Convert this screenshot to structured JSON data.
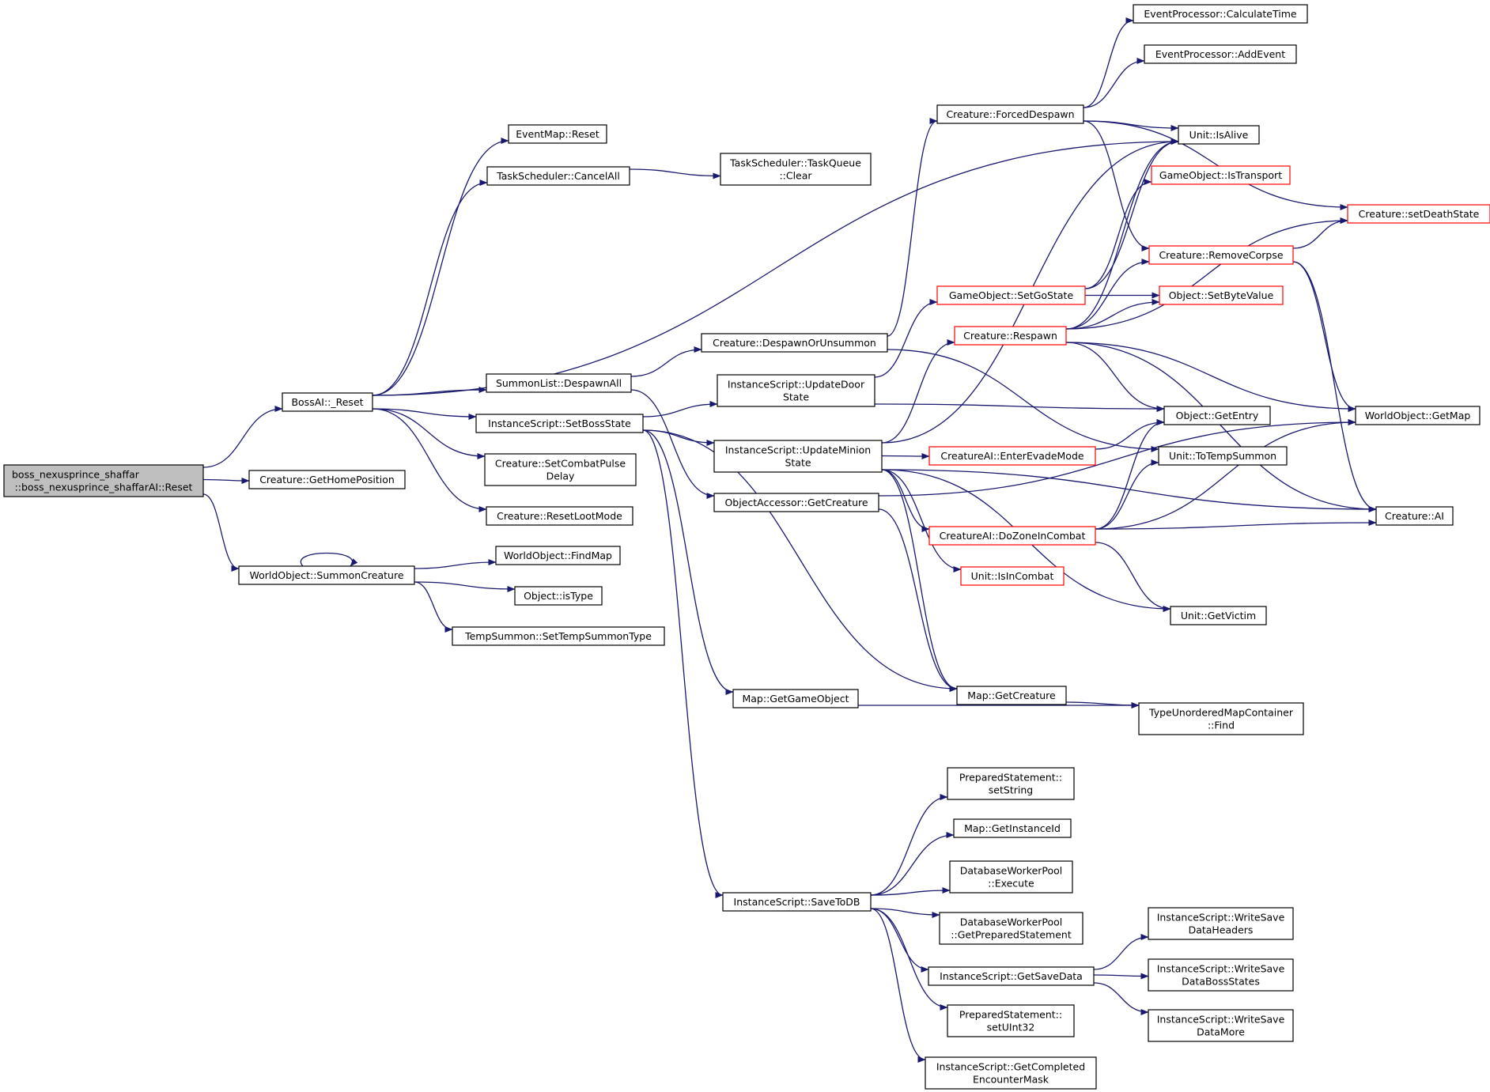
{
  "colors": {
    "edge": "#191970",
    "node_border": "#000000",
    "truncated_border": "#ff0000",
    "root_fill": "#bfbfbf"
  },
  "nodes": [
    {
      "id": "root",
      "lines": [
        "boss_nexusprince_shaffar",
        "::boss_nexusprince_shaffarAI::Reset"
      ],
      "style": "root"
    },
    {
      "id": "bossai_reset",
      "lines": [
        "BossAI::_Reset"
      ]
    },
    {
      "id": "get_home_position",
      "lines": [
        "Creature::GetHomePosition"
      ]
    },
    {
      "id": "summon_creature",
      "lines": [
        "WorldObject::SummonCreature"
      ]
    },
    {
      "id": "eventmap_reset",
      "lines": [
        "EventMap::Reset"
      ]
    },
    {
      "id": "cancel_all",
      "lines": [
        "TaskScheduler::CancelAll"
      ]
    },
    {
      "id": "taskqueue_clear",
      "lines": [
        "TaskScheduler::TaskQueue",
        "::Clear"
      ]
    },
    {
      "id": "despawn_all",
      "lines": [
        "SummonList::DespawnAll"
      ]
    },
    {
      "id": "set_boss_state",
      "lines": [
        "InstanceScript::SetBossState"
      ]
    },
    {
      "id": "set_combat_pulse",
      "lines": [
        "Creature::SetCombatPulse",
        "Delay"
      ]
    },
    {
      "id": "reset_loot_mode",
      "lines": [
        "Creature::ResetLootMode"
      ]
    },
    {
      "id": "find_map",
      "lines": [
        "WorldObject::FindMap"
      ]
    },
    {
      "id": "is_type",
      "lines": [
        "Object::isType"
      ]
    },
    {
      "id": "set_temp_summon_type",
      "lines": [
        "TempSummon::SetTempSummonType"
      ]
    },
    {
      "id": "despawn_or_unsummon",
      "lines": [
        "Creature::DespawnOrUnsummon"
      ]
    },
    {
      "id": "update_door_state",
      "lines": [
        "InstanceScript::UpdateDoor",
        "State"
      ]
    },
    {
      "id": "update_minion_state",
      "lines": [
        "InstanceScript::UpdateMinion",
        "State"
      ]
    },
    {
      "id": "oa_get_creature",
      "lines": [
        "ObjectAccessor::GetCreature"
      ]
    },
    {
      "id": "get_game_object",
      "lines": [
        "Map::GetGameObject"
      ]
    },
    {
      "id": "save_to_db",
      "lines": [
        "InstanceScript::SaveToDB"
      ]
    },
    {
      "id": "forced_despawn",
      "lines": [
        "Creature::ForcedDespawn"
      ]
    },
    {
      "id": "calculate_time",
      "lines": [
        "EventProcessor::CalculateTime"
      ]
    },
    {
      "id": "add_event",
      "lines": [
        "EventProcessor::AddEvent"
      ]
    },
    {
      "id": "is_alive",
      "lines": [
        "Unit::IsAlive"
      ]
    },
    {
      "id": "is_transport",
      "lines": [
        "GameObject::IsTransport"
      ],
      "style": "red"
    },
    {
      "id": "set_death_state",
      "lines": [
        "Creature::setDeathState"
      ],
      "style": "red"
    },
    {
      "id": "remove_corpse",
      "lines": [
        "Creature::RemoveCorpse"
      ],
      "style": "red"
    },
    {
      "id": "set_go_state",
      "lines": [
        "GameObject::SetGoState"
      ],
      "style": "red"
    },
    {
      "id": "set_byte_value",
      "lines": [
        "Object::SetByteValue"
      ],
      "style": "red"
    },
    {
      "id": "respawn",
      "lines": [
        "Creature::Respawn"
      ],
      "style": "red"
    },
    {
      "id": "get_entry",
      "lines": [
        "Object::GetEntry"
      ]
    },
    {
      "id": "get_map",
      "lines": [
        "WorldObject::GetMap"
      ]
    },
    {
      "id": "enter_evade_mode",
      "lines": [
        "CreatureAI::EnterEvadeMode"
      ],
      "style": "red"
    },
    {
      "id": "to_temp_summon",
      "lines": [
        "Unit::ToTempSummon"
      ]
    },
    {
      "id": "creature_ai",
      "lines": [
        "Creature::AI"
      ]
    },
    {
      "id": "do_zone_in_combat",
      "lines": [
        "CreatureAI::DoZoneInCombat"
      ],
      "style": "red"
    },
    {
      "id": "is_in_combat",
      "lines": [
        "Unit::IsInCombat"
      ],
      "style": "red"
    },
    {
      "id": "get_victim",
      "lines": [
        "Unit::GetVictim"
      ]
    },
    {
      "id": "map_get_creature",
      "lines": [
        "Map::GetCreature"
      ]
    },
    {
      "id": "tumc_find",
      "lines": [
        "TypeUnorderedMapContainer",
        "::Find"
      ]
    },
    {
      "id": "set_string",
      "lines": [
        "PreparedStatement::",
        "setString"
      ]
    },
    {
      "id": "get_instance_id",
      "lines": [
        "Map::GetInstanceId"
      ]
    },
    {
      "id": "dwp_execute",
      "lines": [
        "DatabaseWorkerPool",
        "::Execute"
      ]
    },
    {
      "id": "dwp_get_prepared",
      "lines": [
        "DatabaseWorkerPool",
        "::GetPreparedStatement"
      ]
    },
    {
      "id": "get_save_data",
      "lines": [
        "InstanceScript::GetSaveData"
      ]
    },
    {
      "id": "set_uint32",
      "lines": [
        "PreparedStatement::",
        "setUInt32"
      ]
    },
    {
      "id": "get_completed_mask",
      "lines": [
        "InstanceScript::GetCompleted",
        "EncounterMask"
      ]
    },
    {
      "id": "write_save_headers",
      "lines": [
        "InstanceScript::WriteSave",
        "DataHeaders"
      ]
    },
    {
      "id": "write_save_boss_states",
      "lines": [
        "InstanceScript::WriteSave",
        "DataBossStates"
      ]
    },
    {
      "id": "write_save_more",
      "lines": [
        "InstanceScript::WriteSave",
        "DataMore"
      ]
    }
  ],
  "edges": [
    [
      "root",
      "bossai_reset"
    ],
    [
      "root",
      "get_home_position"
    ],
    [
      "root",
      "summon_creature"
    ],
    [
      "bossai_reset",
      "eventmap_reset"
    ],
    [
      "bossai_reset",
      "cancel_all"
    ],
    [
      "bossai_reset",
      "is_alive"
    ],
    [
      "bossai_reset",
      "despawn_all"
    ],
    [
      "bossai_reset",
      "set_boss_state"
    ],
    [
      "bossai_reset",
      "set_combat_pulse"
    ],
    [
      "bossai_reset",
      "reset_loot_mode"
    ],
    [
      "cancel_all",
      "taskqueue_clear"
    ],
    [
      "summon_creature",
      "summon_creature"
    ],
    [
      "summon_creature",
      "find_map"
    ],
    [
      "summon_creature",
      "is_type"
    ],
    [
      "summon_creature",
      "set_temp_summon_type"
    ],
    [
      "despawn_all",
      "despawn_or_unsummon"
    ],
    [
      "despawn_all",
      "oa_get_creature"
    ],
    [
      "despawn_or_unsummon",
      "forced_despawn"
    ],
    [
      "despawn_or_unsummon",
      "to_temp_summon"
    ],
    [
      "set_boss_state",
      "update_door_state"
    ],
    [
      "set_boss_state",
      "update_minion_state"
    ],
    [
      "set_boss_state",
      "get_game_object"
    ],
    [
      "set_boss_state",
      "map_get_creature"
    ],
    [
      "set_boss_state",
      "save_to_db"
    ],
    [
      "update_door_state",
      "set_go_state"
    ],
    [
      "update_door_state",
      "get_entry"
    ],
    [
      "update_minion_state",
      "respawn"
    ],
    [
      "update_minion_state",
      "is_alive"
    ],
    [
      "update_minion_state",
      "enter_evade_mode"
    ],
    [
      "update_minion_state",
      "do_zone_in_combat"
    ],
    [
      "update_minion_state",
      "is_in_combat"
    ],
    [
      "update_minion_state",
      "get_victim"
    ],
    [
      "update_minion_state",
      "creature_ai"
    ],
    [
      "update_minion_state",
      "map_get_creature"
    ],
    [
      "oa_get_creature",
      "get_map"
    ],
    [
      "oa_get_creature",
      "map_get_creature"
    ],
    [
      "get_game_object",
      "tumc_find"
    ],
    [
      "map_get_creature",
      "tumc_find"
    ],
    [
      "forced_despawn",
      "calculate_time"
    ],
    [
      "forced_despawn",
      "add_event"
    ],
    [
      "forced_despawn",
      "is_alive"
    ],
    [
      "forced_despawn",
      "set_death_state"
    ],
    [
      "forced_despawn",
      "remove_corpse"
    ],
    [
      "set_go_state",
      "is_transport"
    ],
    [
      "set_go_state",
      "is_alive"
    ],
    [
      "set_go_state",
      "set_byte_value"
    ],
    [
      "respawn",
      "is_alive"
    ],
    [
      "respawn",
      "set_death_state"
    ],
    [
      "respawn",
      "remove_corpse"
    ],
    [
      "respawn",
      "set_byte_value"
    ],
    [
      "respawn",
      "get_entry"
    ],
    [
      "respawn",
      "get_map"
    ],
    [
      "respawn",
      "creature_ai"
    ],
    [
      "remove_corpse",
      "set_death_state"
    ],
    [
      "remove_corpse",
      "get_map"
    ],
    [
      "remove_corpse",
      "creature_ai"
    ],
    [
      "enter_evade_mode",
      "get_entry"
    ],
    [
      "do_zone_in_combat",
      "get_entry"
    ],
    [
      "do_zone_in_combat",
      "to_temp_summon"
    ],
    [
      "do_zone_in_combat",
      "get_map"
    ],
    [
      "do_zone_in_combat",
      "creature_ai"
    ],
    [
      "do_zone_in_combat",
      "get_victim"
    ],
    [
      "save_to_db",
      "set_string"
    ],
    [
      "save_to_db",
      "get_instance_id"
    ],
    [
      "save_to_db",
      "dwp_execute"
    ],
    [
      "save_to_db",
      "dwp_get_prepared"
    ],
    [
      "save_to_db",
      "get_save_data"
    ],
    [
      "save_to_db",
      "set_uint32"
    ],
    [
      "save_to_db",
      "get_completed_mask"
    ],
    [
      "get_save_data",
      "write_save_headers"
    ],
    [
      "get_save_data",
      "write_save_boss_states"
    ],
    [
      "get_save_data",
      "write_save_more"
    ]
  ]
}
